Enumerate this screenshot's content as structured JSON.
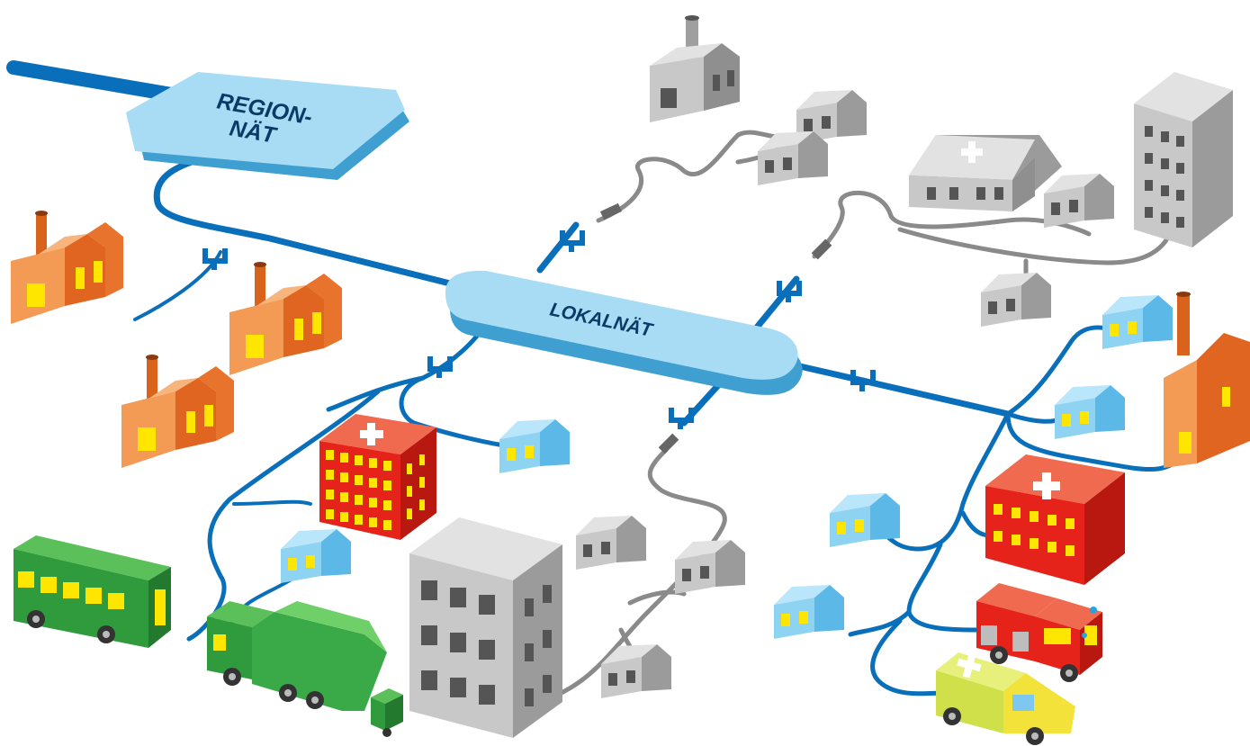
{
  "labels": {
    "region_line1": "REGION-",
    "region_line2": "NÄT",
    "lokal": "LOKALNÄT"
  },
  "colors": {
    "main_line": "#0a6fba",
    "off_line": "#8a8a8a",
    "hub_top": "#a8dcf5",
    "hub_side": "#3f9fd0",
    "orange_factory": "#f07a2a",
    "hospital_red": "#e5231b",
    "house_blue": "#8fd3f2",
    "vehicle_green": "#2f9b3c",
    "grey_building": "#b5b5b5",
    "window_yellow": "#ffe600"
  },
  "icons": [
    "factory-icon",
    "hospital-icon",
    "house-icon",
    "bus-icon",
    "garbage-truck-icon",
    "fire-truck-icon",
    "ambulance-icon",
    "apartment-building-icon",
    "breaker-switch-icon"
  ]
}
